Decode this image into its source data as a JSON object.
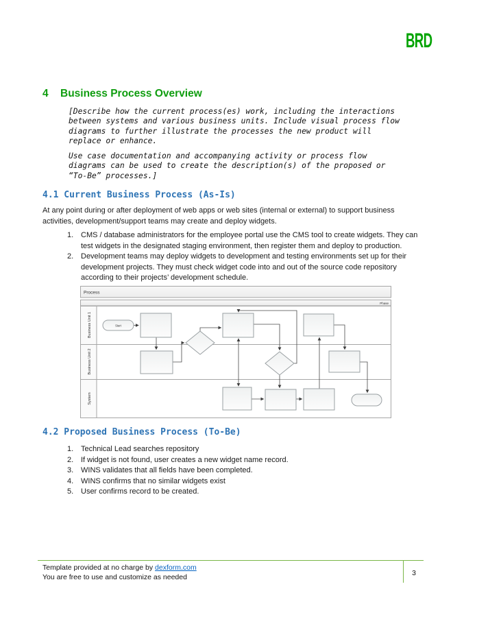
{
  "logo": {
    "text": "BRD",
    "color": "#00A300"
  },
  "colors": {
    "heading_green": "#0F9D0F",
    "heading_blue": "#2E74B5",
    "link_blue": "#0563C1",
    "footer_green": "#7AB648"
  },
  "section4": {
    "number": "4",
    "title": "Business Process Overview",
    "guidance_para1": "[Describe how the current process(es) work, including the interactions\nbetween systems and various business units. Include visual process flow\ndiagrams to further illustrate the processes the new product will\nreplace or enhance.",
    "guidance_para2": "Use case documentation and accompanying activity or process flow\ndiagrams can be used to create the description(s) of the proposed or\n“To-Be” processes.]"
  },
  "section41": {
    "title": "4.1 Current Business Process (As-Is)",
    "intro": "At any point during or after deployment of web apps or web sites (internal or external) to support business\nactivities, development/support teams may create and deploy widgets.",
    "items": [
      {
        "num": "1.",
        "text": "CMS / database administrators for the employee portal use the CMS tool to create widgets. They can\ntest widgets in the designated staging environment, then register them and deploy to production."
      },
      {
        "num": "2.",
        "text": "Development teams may deploy widgets to development and testing environments set up for their\ndevelopment projects. They must check widget code into and out of the source code repository\naccording to their projects’ development schedule."
      }
    ]
  },
  "diagram": {
    "title": "Process",
    "phase_label": "Phase",
    "lanes": [
      "Business Unit 1",
      "Business Unit 2",
      "System"
    ],
    "start_label": "Start"
  },
  "section42": {
    "title": "4.2 Proposed Business Process (To-Be)",
    "items": [
      {
        "num": "1.",
        "text": " Technical Lead searches repository"
      },
      {
        "num": "2.",
        "text": "If widget is not found, user creates a new widget name record."
      },
      {
        "num": "3.",
        "text": "WINS validates that all fields have been completed."
      },
      {
        "num": "4.",
        "text": "WINS confirms that no similar widgets exist"
      },
      {
        "num": "5.",
        "text": "User confirms record to be created."
      }
    ]
  },
  "footer": {
    "line1_prefix": "Template provided at no charge by ",
    "link_text": "dexform.com",
    "line2": "You are free to use and customize as needed",
    "page_number": "3"
  }
}
